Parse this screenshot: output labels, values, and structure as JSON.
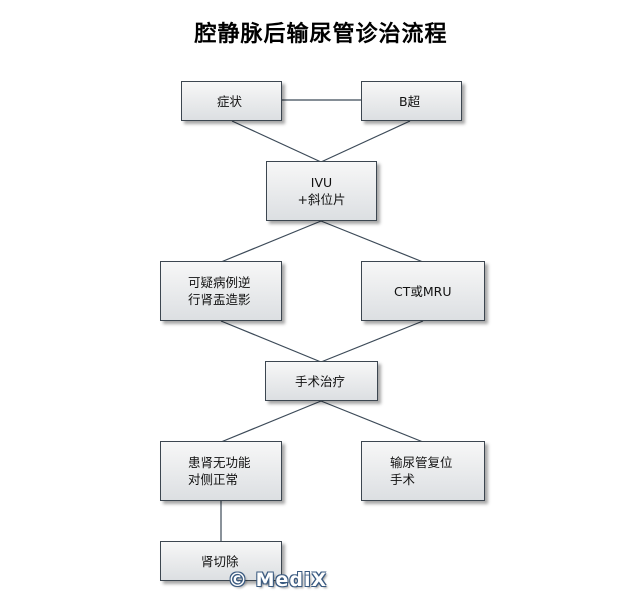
{
  "title": "腔静脉后输尿管诊治流程",
  "nodes": {
    "symptom": "症状",
    "b_ultrasound": "B超",
    "ivu": "IVU\n+斜位片",
    "retrograde": "可疑病例逆\n行肾盂造影",
    "ct_mru": "CT或MRU",
    "surgery": "手术治疗",
    "nonfunctional": "患肾无功能\n对侧正常",
    "ureter_reposition": "输尿管复位\n手术",
    "nephrectomy": "肾切除"
  },
  "watermark": "© MediX"
}
